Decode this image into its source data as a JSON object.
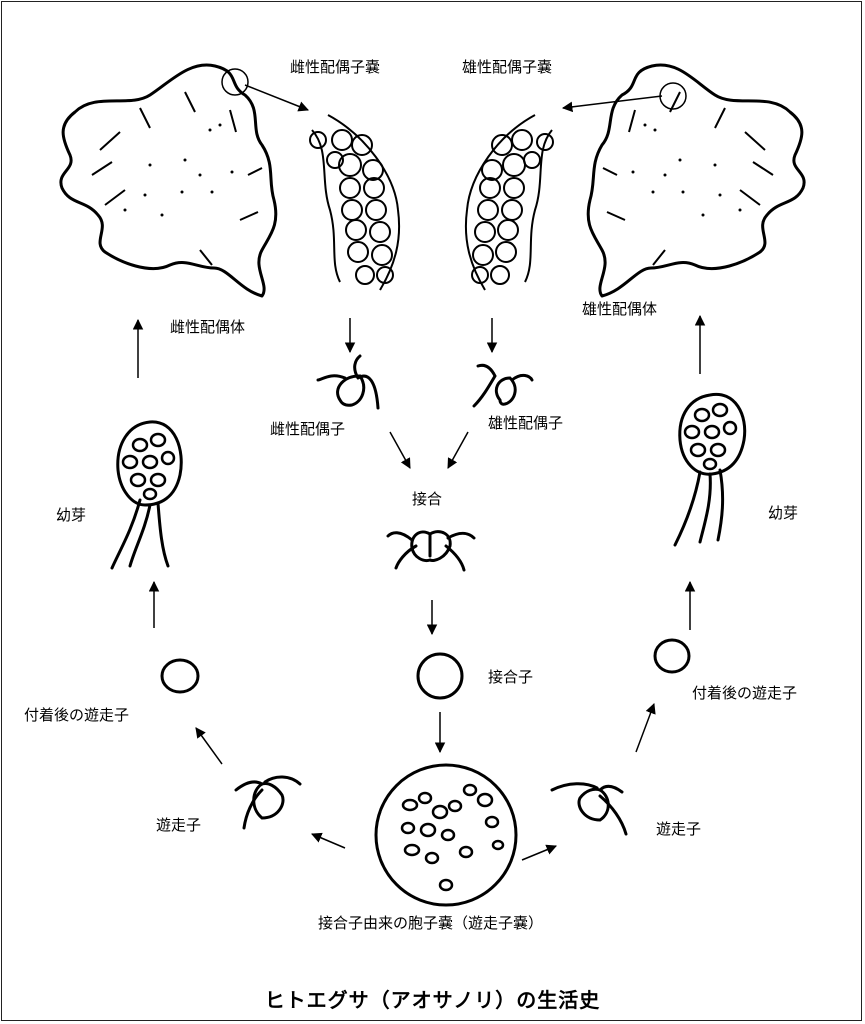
{
  "title": "ヒトエグサ（アオサノリ）の生活史",
  "labels": {
    "female_gametangium": "雌性配偶子嚢",
    "male_gametangium": "雄性配偶子嚢",
    "female_gametophyte": "雌性配偶体",
    "male_gametophyte": "雄性配偶体",
    "female_gamete": "雌性配偶子",
    "male_gamete": "雄性配偶子",
    "conjugation": "接合",
    "zygote": "接合子",
    "sporangium": "接合子由来の胞子嚢（遊走子嚢）",
    "zoospore_left": "遊走子",
    "zoospore_right": "遊走子",
    "settled_zoospore_left": "付着後の遊走子",
    "settled_zoospore_right": "付着後の遊走子",
    "germling_left": "幼芽",
    "germling_right": "幼芽"
  },
  "colors": {
    "stroke": "#000000",
    "background": "#ffffff"
  }
}
